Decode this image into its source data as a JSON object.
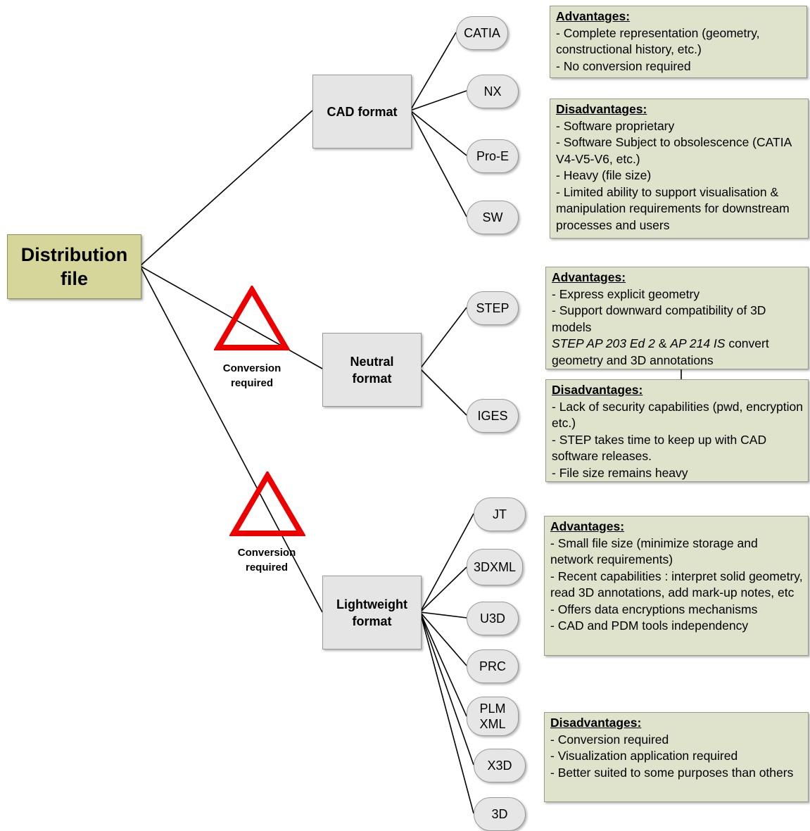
{
  "root": {
    "label": "Distribution\nfile"
  },
  "formats": {
    "cad": {
      "label": "CAD format"
    },
    "neutral": {
      "label": "Neutral\nformat"
    },
    "lightweight": {
      "label": "Lightweight\nformat"
    }
  },
  "cad_tools": [
    "CATIA",
    "NX",
    "Pro-E",
    "SW"
  ],
  "neutral_tools": [
    "STEP",
    "IGES"
  ],
  "lightweight_tools": [
    "JT",
    "3DXML",
    "U3D",
    "PRC",
    "PLM\nXML",
    "X3D",
    "3D"
  ],
  "warnings": [
    {
      "label": "Conversion\nrequired",
      "color": "#ee0000"
    },
    {
      "label": "Conversion\nrequired",
      "color": "#ee0000"
    }
  ],
  "notes": {
    "cad_adv": {
      "heading": "Advantages:",
      "lines": [
        "-  Complete representation (geometry, constructional history, etc.)",
        "- No conversion required"
      ]
    },
    "cad_dis": {
      "heading": "Disadvantages:",
      "lines": [
        "- Software proprietary",
        "- Software Subject to obsolescence (CATIA V4-V5-V6, etc.)",
        "- Heavy (file size)",
        "- Limited ability to support visualisation & manipulation requirements for downstream processes and users"
      ]
    },
    "neutral_adv": {
      "heading": "Advantages:",
      "lines": [
        "- Express  explicit geometry",
        "- Support downward compatibility of 3D models"
      ],
      "italic_a": "STEP AP 203 Ed 2",
      "amp": " & ",
      "italic_b": "AP 214 IS",
      "tail": " convert geometry and 3D annotations"
    },
    "neutral_dis": {
      "heading": "Disadvantages:",
      "lines": [
        "- Lack of security capabilities (pwd, encryption etc.)",
        "- STEP takes time to keep up with CAD software releases.",
        "- File size remains heavy"
      ]
    },
    "light_adv": {
      "heading": "Advantages:",
      "lines": [
        "- Small file size (minimize storage and network requirements)",
        "- Recent capabilities : interpret solid geometry, read 3D annotations, add mark-up notes, etc",
        "- Offers data encryptions mechanisms",
        "- CAD and PDM tools independency"
      ]
    },
    "light_dis": {
      "heading": "Disadvantages:",
      "lines": [
        "- Conversion required",
        "- Visualization application required",
        "- Better suited to some purposes than others"
      ]
    }
  }
}
